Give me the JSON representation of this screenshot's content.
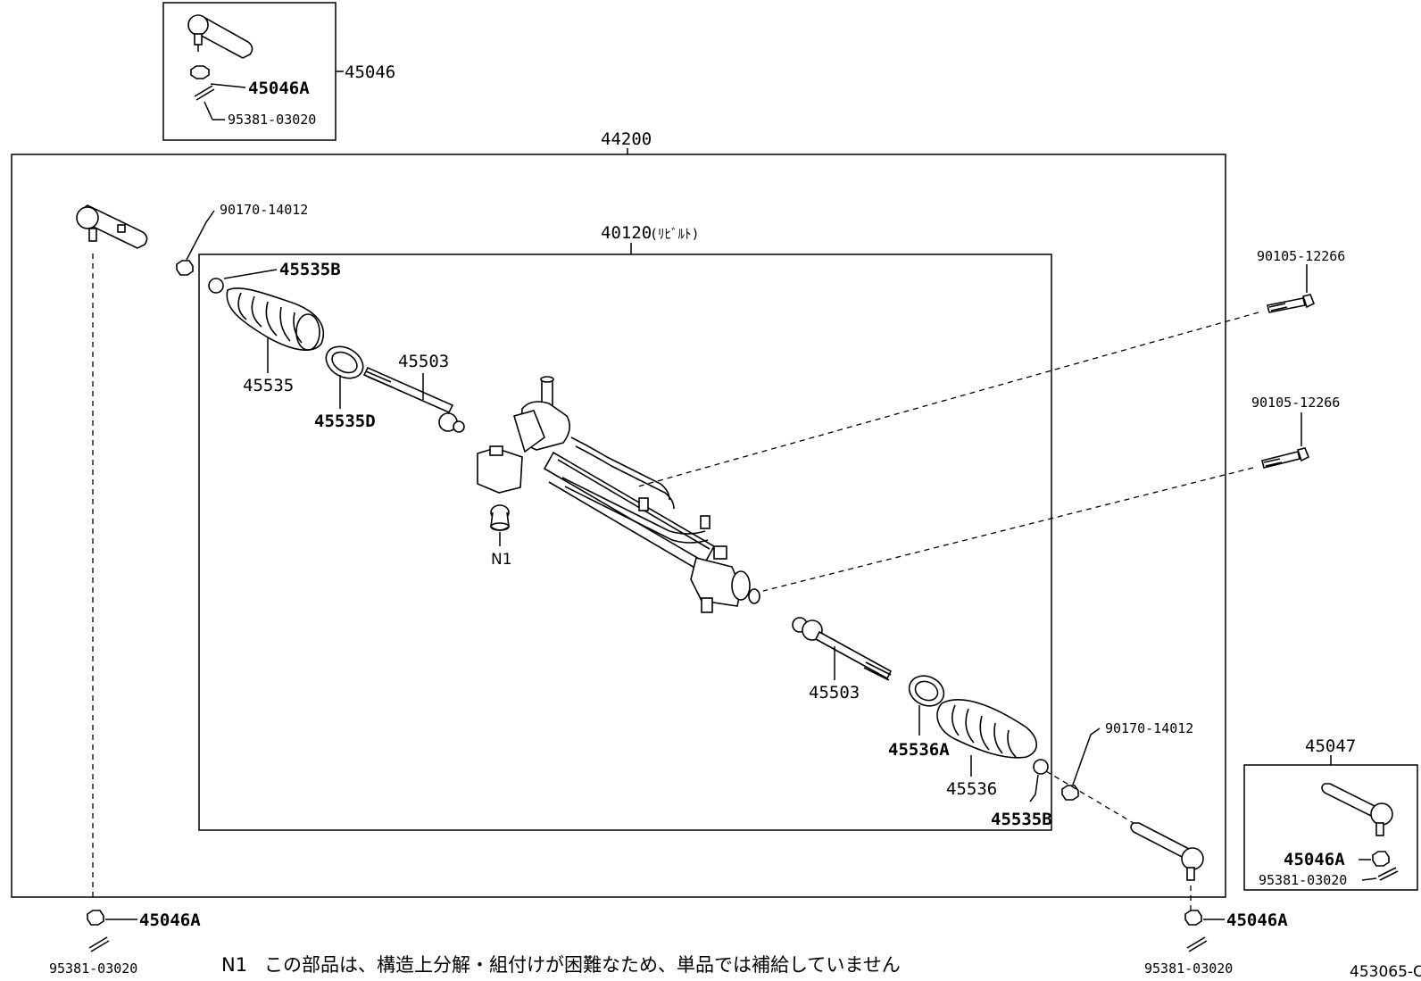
{
  "diagram": {
    "assembly_label": "44200",
    "rack_label": "40120",
    "rack_label_suffix": "(ﾘﾋﾞﾙﾄ)",
    "top_kit": {
      "label": "45046",
      "nut": "45046A",
      "pin": "95381-03020"
    },
    "right_kit": {
      "label": "45047",
      "nut": "45046A",
      "pin": "95381-03020"
    },
    "left_nut_90170": "90170-14012",
    "right_nut_90170": "90170-14012",
    "bolt_upper": "90105-12266",
    "bolt_lower": "90105-12266",
    "clamp_left": "45535B",
    "boot_left": "45535",
    "clip_left": "45535D",
    "tie_rod_left": "45503",
    "tie_rod_right": "45503",
    "clip_right": "45536A",
    "boot_right": "45536",
    "clamp_right": "45535B",
    "n1_marker": "N1",
    "bottom_left_nut": "45046A",
    "bottom_left_pin": "95381-03020",
    "bottom_right_nut": "45046A",
    "bottom_right_pin": "95381-03020",
    "footnote_marker": "N1",
    "footnote_text": "この部品は、構造上分解・組付けが困難なため、単品では補給していません",
    "figure_code": "453065-C"
  }
}
